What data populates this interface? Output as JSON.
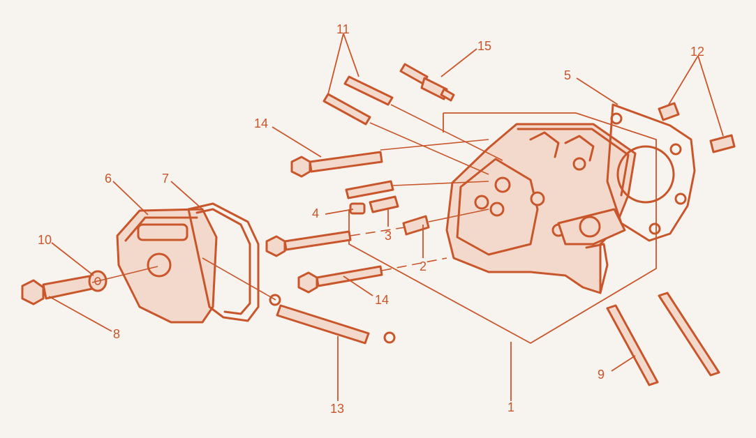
{
  "diagram": {
    "colors": {
      "line": "#c8562a",
      "fill": "#f3d9cc",
      "background": "#f7f3ef"
    },
    "callouts": [
      "1",
      "2",
      "3",
      "4",
      "5",
      "6",
      "7",
      "8",
      "9",
      "10",
      "11",
      "12",
      "13",
      "14",
      "14",
      "15"
    ]
  }
}
